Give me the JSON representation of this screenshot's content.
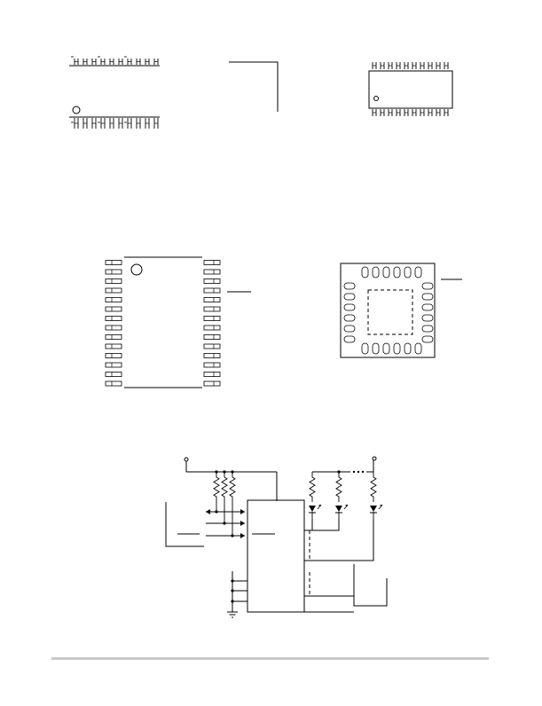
{
  "page": {
    "background": "#ffffff",
    "ink_color": "#000000",
    "rule_color": "#c8c8c8"
  },
  "figures": [
    {
      "id": "package-dip-20",
      "pins": 20,
      "icon": "pin-1-marker-circle"
    },
    {
      "id": "package-soic-20",
      "pins": 20,
      "icon": "pin-1-marker-dot"
    },
    {
      "id": "package-ssop-28",
      "pins": 28,
      "icon": "pin-1-marker-circle"
    },
    {
      "id": "package-qfn-24",
      "pins": 24,
      "icon": "exposed-pad-dashed-square"
    },
    {
      "id": "typical-application-circuit",
      "resistors": 6,
      "leds": 3,
      "icon": "ground-symbol"
    }
  ]
}
